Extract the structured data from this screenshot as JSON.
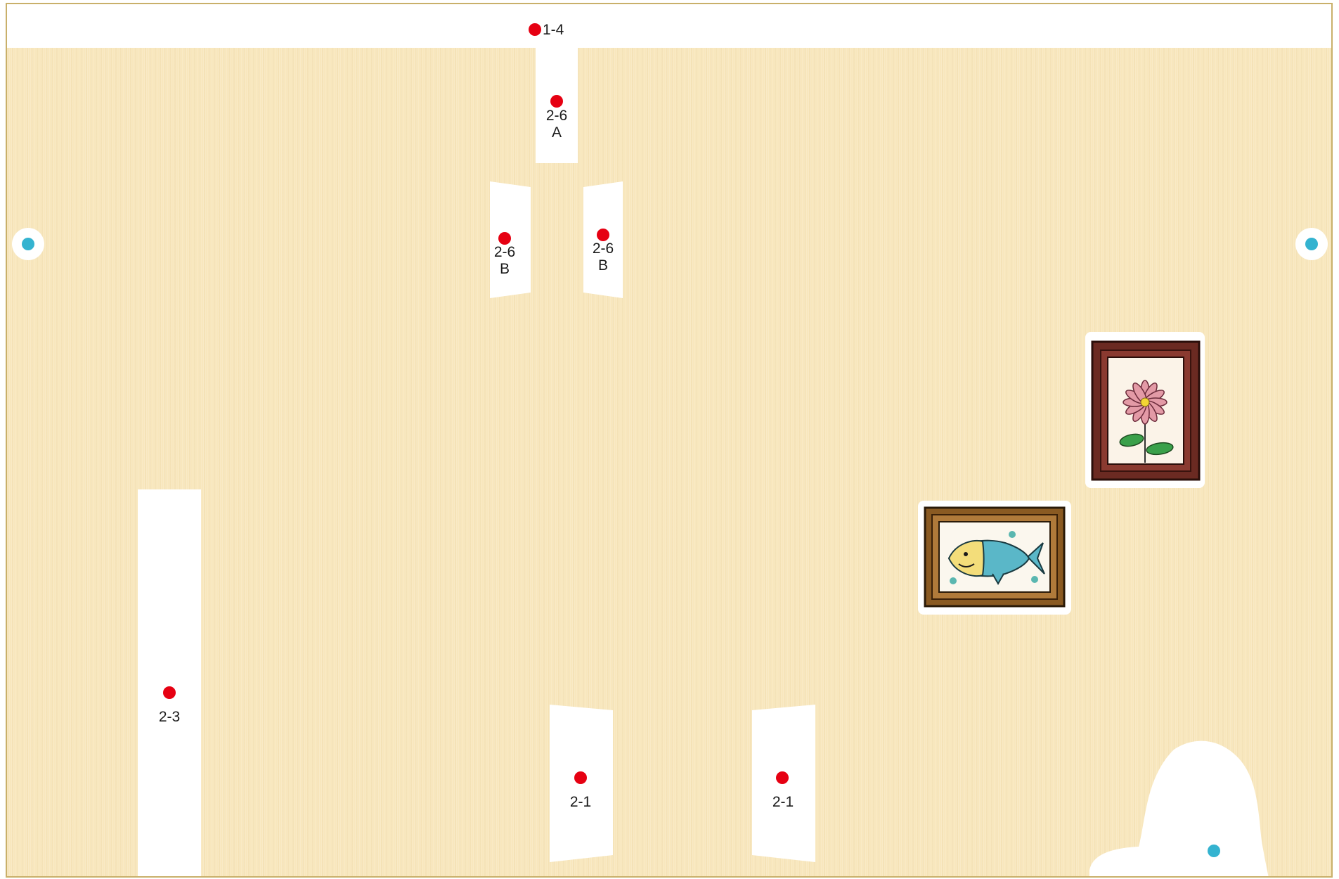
{
  "markers": {
    "top_bar": "1-4",
    "upper_center": [
      "2-6",
      "A"
    ],
    "mid_left": [
      "2-6",
      "B"
    ],
    "mid_right": [
      "2-6",
      "B"
    ],
    "left_long": "2-3",
    "bottom_left": "2-1",
    "bottom_right": "2-1"
  },
  "colors": {
    "wall": "#f8e7bd",
    "marker_dot": "#e60012",
    "pin": "#34b3d0",
    "frame_border": "#c9b06a"
  },
  "icons": {
    "flower_picture": "framed-flower-picture",
    "fish_picture": "framed-fish-picture",
    "pin": "blue-pin"
  }
}
